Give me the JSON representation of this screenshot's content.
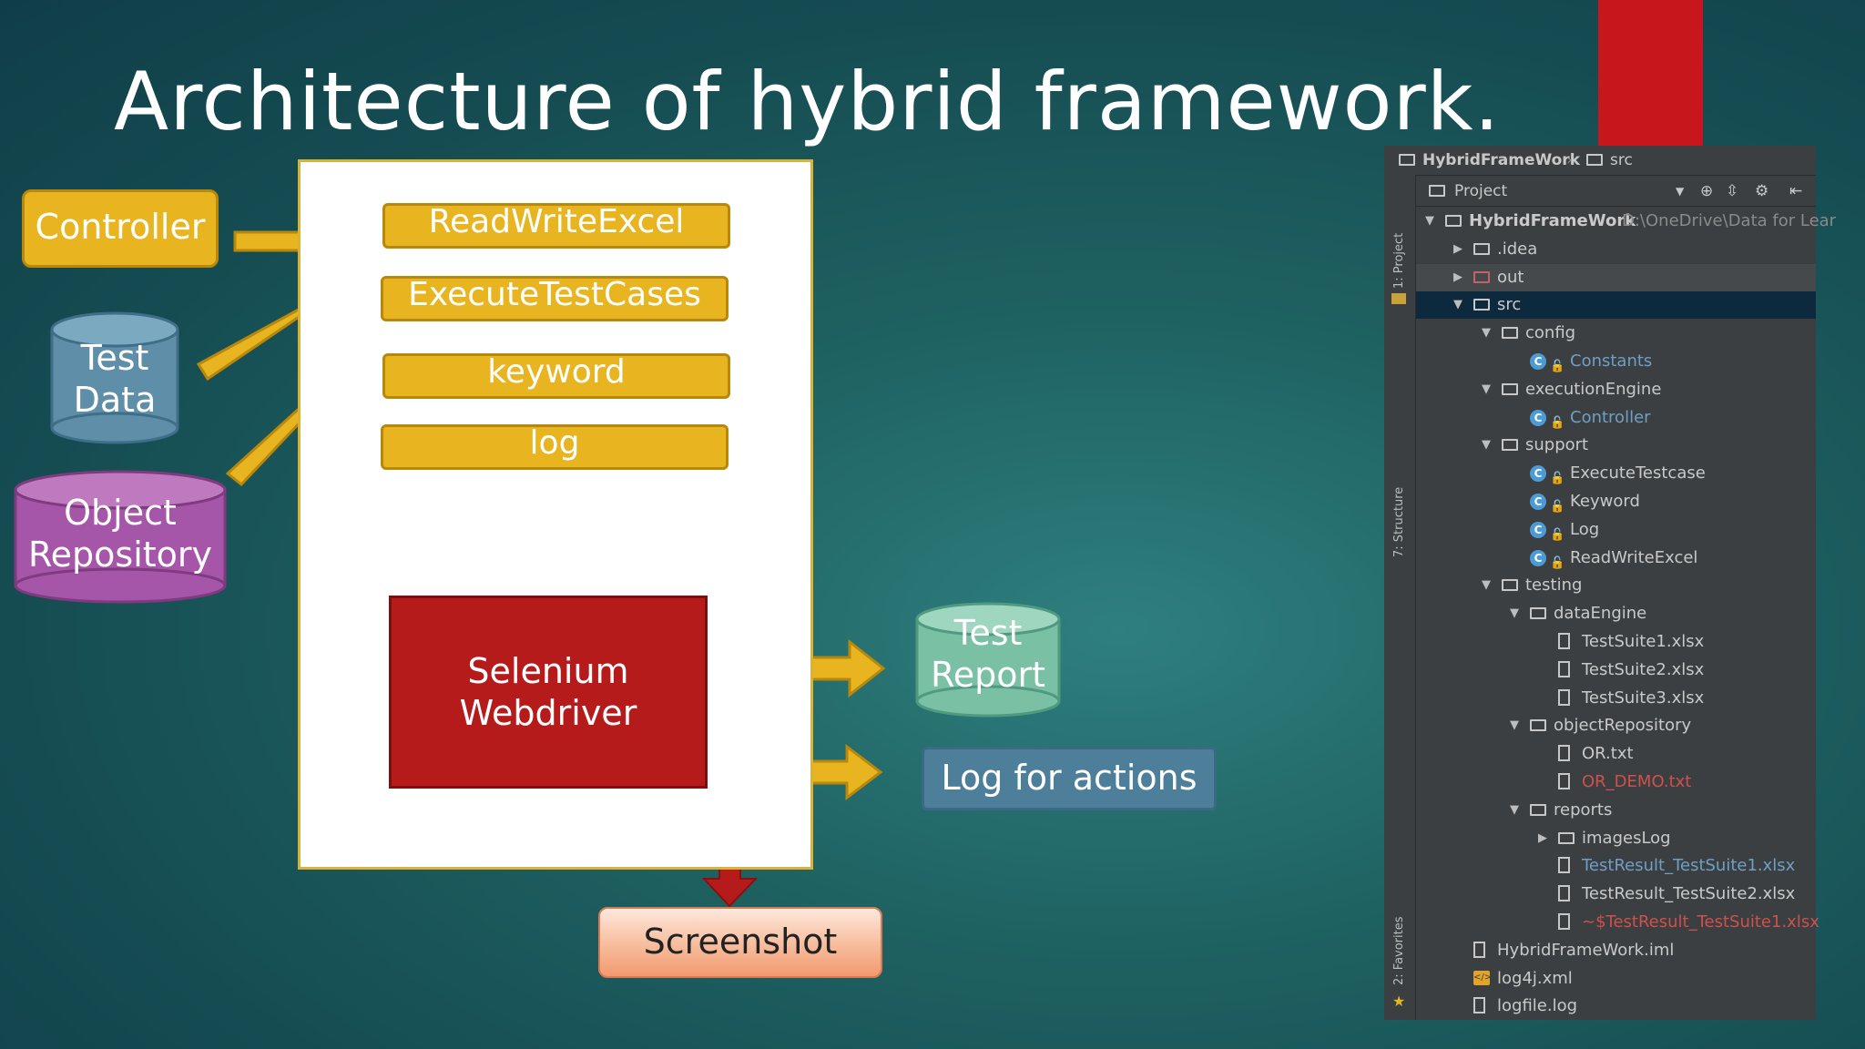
{
  "slide": {
    "title": "Architecture of hybrid framework."
  },
  "colors": {
    "yellow": "#e8b520",
    "red": "#b51b1b",
    "test_data": "#5f8fa8",
    "object_repo": "#a656a8",
    "test_report": "#79c0a5",
    "log_actions": "#4d7f9a",
    "screenshot": "#f6b896"
  },
  "diagram": {
    "inputs": {
      "controller": "Controller",
      "test_data": [
        "Test",
        "Data"
      ],
      "object_repository": [
        "Object",
        "Repository"
      ]
    },
    "framework_items": [
      "ReadWriteExcel",
      "ExecuteTestCases",
      "keyword",
      "log"
    ],
    "engine": [
      "Selenium",
      "Webdriver"
    ],
    "outputs": {
      "test_report": [
        "Test",
        "Report"
      ],
      "log_actions": "Log for actions",
      "screenshot": "Screenshot"
    }
  },
  "ide": {
    "breadcrumb": [
      "HybridFrameWork",
      "src"
    ],
    "side_tabs": [
      "1: Project",
      "7: Structure",
      "2: Favorites"
    ],
    "toolbar_label": "Project",
    "root_path": "D:\\OneDrive\\Data for Lear",
    "tree": [
      {
        "label": "HybridFrameWork",
        "indent": 0,
        "icon": "folder-icon",
        "arrow": "down",
        "bold": true
      },
      {
        "label": ".idea",
        "indent": 1,
        "icon": "folder-icon",
        "arrow": "right"
      },
      {
        "label": "out",
        "indent": 1,
        "icon": "folder-red-icon",
        "arrow": "right",
        "hl": true
      },
      {
        "label": "src",
        "indent": 1,
        "icon": "folder-icon",
        "arrow": "down",
        "selected": true
      },
      {
        "label": "config",
        "indent": 2,
        "icon": "folder-icon",
        "arrow": "down"
      },
      {
        "label": "Constants",
        "indent": 3,
        "icon": "class-icon",
        "color": "blue"
      },
      {
        "label": "executionEngine",
        "indent": 2,
        "icon": "folder-icon",
        "arrow": "down"
      },
      {
        "label": "Controller",
        "indent": 3,
        "icon": "class-icon",
        "color": "blue"
      },
      {
        "label": "support",
        "indent": 2,
        "icon": "folder-icon",
        "arrow": "down"
      },
      {
        "label": "ExecuteTestcase",
        "indent": 3,
        "icon": "class-icon"
      },
      {
        "label": "Keyword",
        "indent": 3,
        "icon": "class-icon"
      },
      {
        "label": "Log",
        "indent": 3,
        "icon": "class-icon"
      },
      {
        "label": "ReadWriteExcel",
        "indent": 3,
        "icon": "class-icon"
      },
      {
        "label": "testing",
        "indent": 2,
        "icon": "folder-icon",
        "arrow": "down"
      },
      {
        "label": "dataEngine",
        "indent": 3,
        "icon": "folder-icon",
        "arrow": "down"
      },
      {
        "label": "TestSuite1.xlsx",
        "indent": 4,
        "icon": "file-icon"
      },
      {
        "label": "TestSuite2.xlsx",
        "indent": 4,
        "icon": "file-icon"
      },
      {
        "label": "TestSuite3.xlsx",
        "indent": 4,
        "icon": "file-icon"
      },
      {
        "label": "objectRepository",
        "indent": 3,
        "icon": "folder-icon",
        "arrow": "down"
      },
      {
        "label": "OR.txt",
        "indent": 4,
        "icon": "file-icon"
      },
      {
        "label": "OR_DEMO.txt",
        "indent": 4,
        "icon": "file-icon",
        "color": "red"
      },
      {
        "label": "reports",
        "indent": 3,
        "icon": "folder-icon",
        "arrow": "down"
      },
      {
        "label": "imagesLog",
        "indent": 4,
        "icon": "folder-icon",
        "arrow": "right"
      },
      {
        "label": "TestResult_TestSuite1.xlsx",
        "indent": 4,
        "icon": "file-icon",
        "color": "blue"
      },
      {
        "label": "TestResult_TestSuite2.xlsx",
        "indent": 4,
        "icon": "file-icon"
      },
      {
        "label": "~$TestResult_TestSuite1.xlsx",
        "indent": 4,
        "icon": "file-icon",
        "color": "red"
      },
      {
        "label": "HybridFrameWork.iml",
        "indent": 1,
        "icon": "file-icon"
      },
      {
        "label": "log4j.xml",
        "indent": 1,
        "icon": "xml-icon"
      },
      {
        "label": "logfile.log",
        "indent": 1,
        "icon": "file-icon"
      }
    ]
  }
}
